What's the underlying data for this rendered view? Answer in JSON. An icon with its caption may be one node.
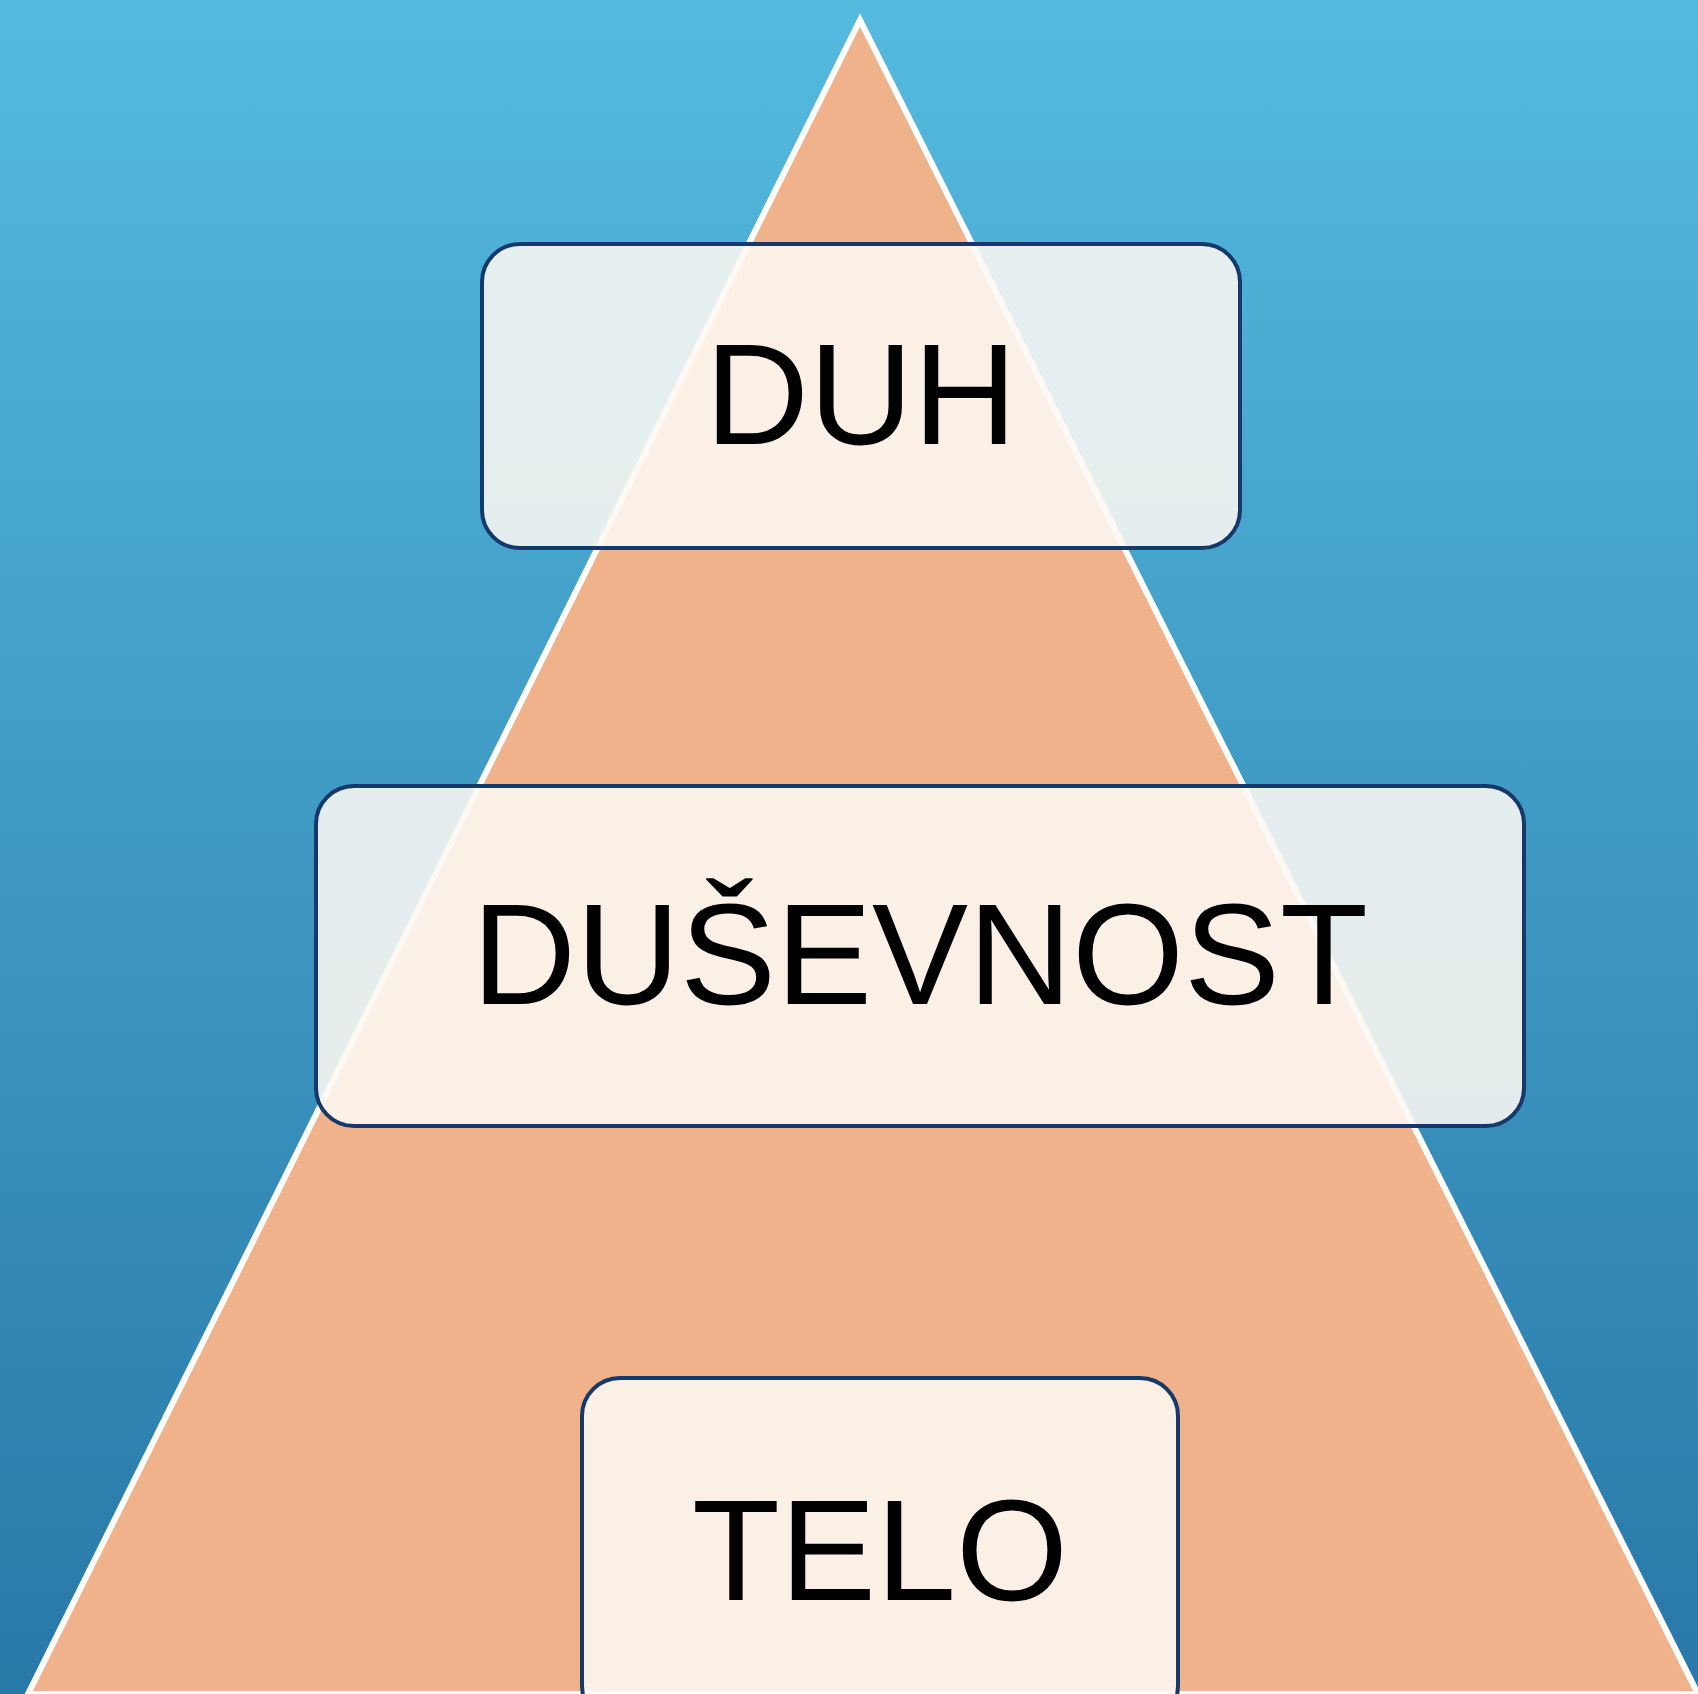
{
  "diagram": {
    "nodes": [
      {
        "text": [
          "DUH"
        ]
      },
      {
        "text": [
          "DUŠEVNOST"
        ]
      },
      {
        "text": [
          "TELO"
        ]
      }
    ]
  }
}
